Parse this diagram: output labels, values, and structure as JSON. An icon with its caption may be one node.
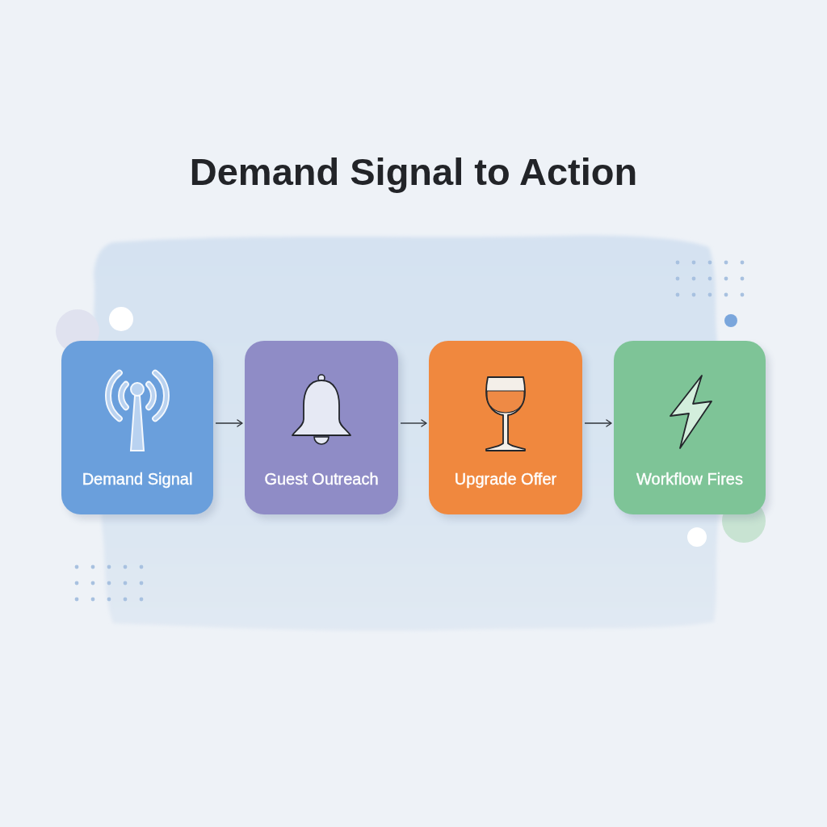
{
  "diagram": {
    "title": "Demand Signal to Action",
    "nodes": [
      {
        "text": [
          "Demand Signal"
        ]
      },
      {
        "text": [
          "Guest Outreach"
        ]
      },
      {
        "text": [
          "Upgrade Offer"
        ]
      },
      {
        "text": [
          "Workflow Fires"
        ]
      }
    ],
    "edges": [
      {
        "from": 0,
        "to": 1,
        "arrow": "to"
      },
      {
        "from": 1,
        "to": 2,
        "arrow": "to"
      },
      {
        "from": 2,
        "to": 3,
        "arrow": "to"
      }
    ]
  }
}
